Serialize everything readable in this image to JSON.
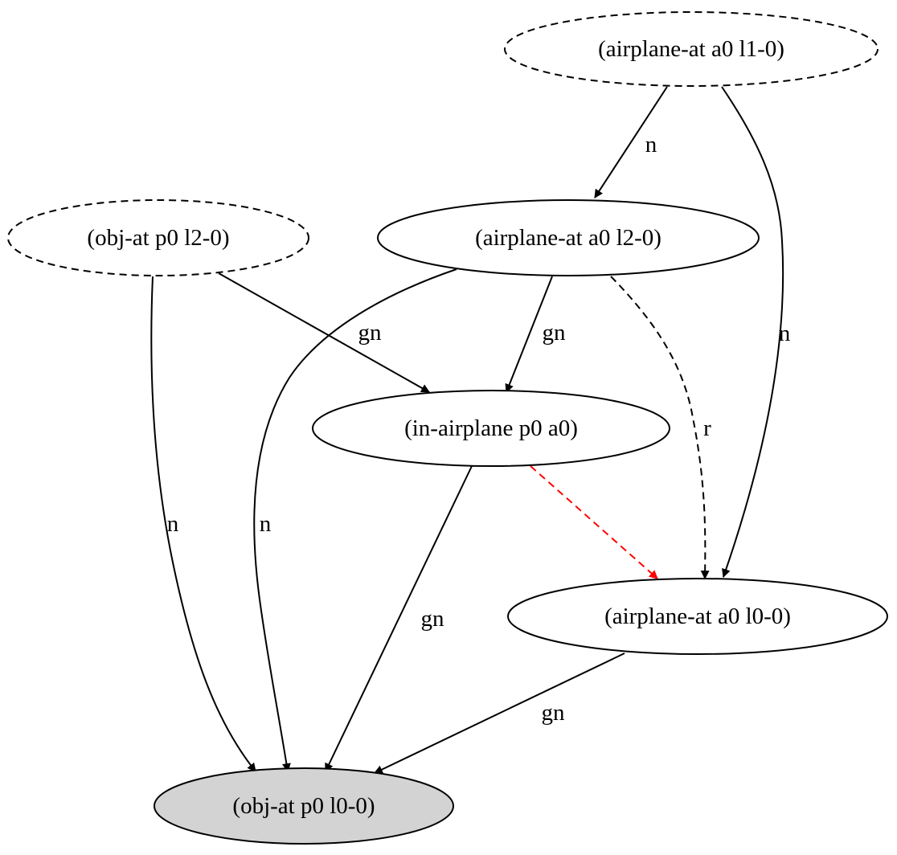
{
  "nodes": {
    "airplane_at_a0_l1": {
      "label": "(airplane-at a0 l1-0)",
      "style": "dashed",
      "fill": "#ffffff"
    },
    "obj_at_p0_l2": {
      "label": "(obj-at p0 l2-0)",
      "style": "dashed",
      "fill": "#ffffff"
    },
    "airplane_at_a0_l2": {
      "label": "(airplane-at a0 l2-0)",
      "style": "solid",
      "fill": "#ffffff"
    },
    "in_airplane_p0_a0": {
      "label": "(in-airplane p0 a0)",
      "style": "solid",
      "fill": "#ffffff"
    },
    "airplane_at_a0_l0": {
      "label": "(airplane-at a0 l0-0)",
      "style": "solid",
      "fill": "#ffffff"
    },
    "obj_at_p0_l0": {
      "label": "(obj-at p0 l0-0)",
      "style": "solid",
      "fill": "#d3d3d3"
    }
  },
  "edges": {
    "a0l1_to_a0l2": {
      "from": "(airplane-at a0 l1-0)",
      "to": "(airplane-at a0 l2-0)",
      "label": "n",
      "style": "solid",
      "color": "#000000"
    },
    "a0l1_to_a0l0": {
      "from": "(airplane-at a0 l1-0)",
      "to": "(airplane-at a0 l0-0)",
      "label": "n",
      "style": "solid",
      "color": "#000000"
    },
    "p0l2_to_inair": {
      "from": "(obj-at p0 l2-0)",
      "to": "(in-airplane p0 a0)",
      "label": "gn",
      "style": "solid",
      "color": "#000000"
    },
    "p0l2_to_p0l0": {
      "from": "(obj-at p0 l2-0)",
      "to": "(obj-at p0 l0-0)",
      "label": "n",
      "style": "solid",
      "color": "#000000"
    },
    "a0l2_to_inair": {
      "from": "(airplane-at a0 l2-0)",
      "to": "(in-airplane p0 a0)",
      "label": "gn",
      "style": "solid",
      "color": "#000000"
    },
    "a0l2_to_p0l0": {
      "from": "(airplane-at a0 l2-0)",
      "to": "(obj-at p0 l0-0)",
      "label": "n",
      "style": "solid",
      "color": "#000000"
    },
    "a0l2_to_a0l0": {
      "from": "(airplane-at a0 l2-0)",
      "to": "(airplane-at a0 l0-0)",
      "label": "r",
      "style": "dashed",
      "color": "#000000"
    },
    "inair_to_a0l0": {
      "from": "(in-airplane p0 a0)",
      "to": "(airplane-at a0 l0-0)",
      "label": "",
      "style": "dashed",
      "color": "#ff0000"
    },
    "inair_to_p0l0": {
      "from": "(in-airplane p0 a0)",
      "to": "(obj-at p0 l0-0)",
      "label": "gn",
      "style": "solid",
      "color": "#000000"
    },
    "a0l0_to_p0l0": {
      "from": "(airplane-at a0 l0-0)",
      "to": "(obj-at p0 l0-0)",
      "label": "gn",
      "style": "solid",
      "color": "#000000"
    }
  }
}
